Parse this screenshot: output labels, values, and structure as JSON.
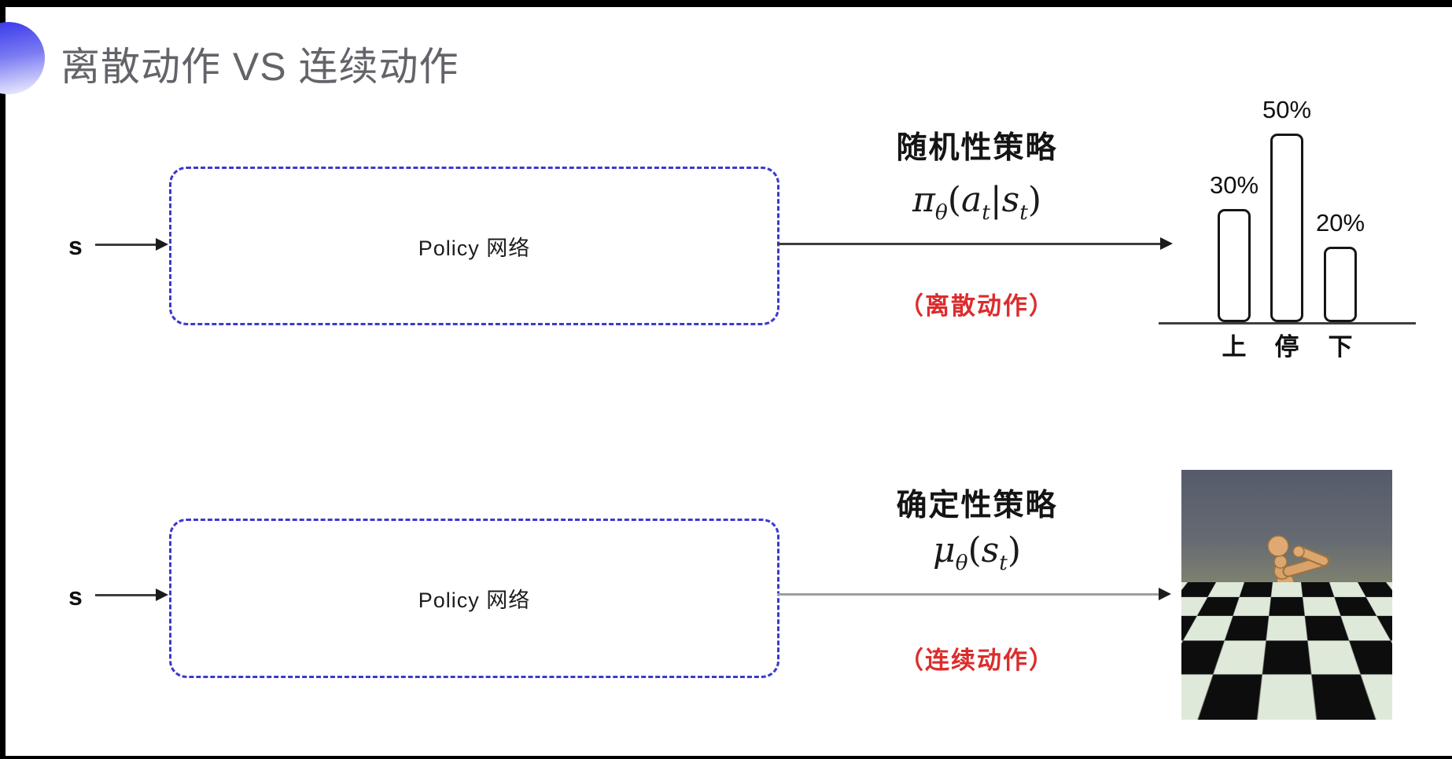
{
  "slide_title": "离散动作 VS 连续动作",
  "colors": {
    "dashed_box_blue": "#3a3ace",
    "action_note_red": "#dc2c2c",
    "title_gray": "#63636a",
    "accent_gradient_top": "#3b3bec"
  },
  "row_stochastic": {
    "input_label": "s",
    "box_label": "Policy 网络",
    "policy_label": "随机性策略",
    "formula": {
      "pi": "π",
      "sub1": "θ",
      "p1": "(",
      "a": "a",
      "sub2": "t",
      "bar": "|",
      "s": "s",
      "sub3": "t",
      "p2": ")"
    },
    "action_note": "（离散动作）"
  },
  "row_deterministic": {
    "input_label": "s",
    "box_label": "Policy 网络",
    "policy_label": "确定性策略",
    "formula": {
      "mu": "μ",
      "sub1": "θ",
      "p1": "(",
      "s": "s",
      "sub2": "t",
      "p2": ")"
    },
    "action_note": "（连续动作）"
  },
  "chart_data": {
    "type": "bar",
    "categories": [
      "上",
      "停",
      "下"
    ],
    "values": [
      30,
      50,
      20
    ],
    "value_labels": [
      "30%",
      "50%",
      "20%"
    ],
    "ylim": [
      0,
      60
    ],
    "grid": false,
    "legend": false,
    "note": "probability distribution over discrete actions, baseline axis only"
  },
  "simulation_image": {
    "name": "mujoco-humanoid",
    "description": "tan humanoid robot running on black-and-white checkerboard floor under gray-blue sky",
    "sky_color": "#555b6b",
    "floor_light": "#dfe9da",
    "floor_dark": "#0d0d0d",
    "body_color": "#d9a26a"
  }
}
